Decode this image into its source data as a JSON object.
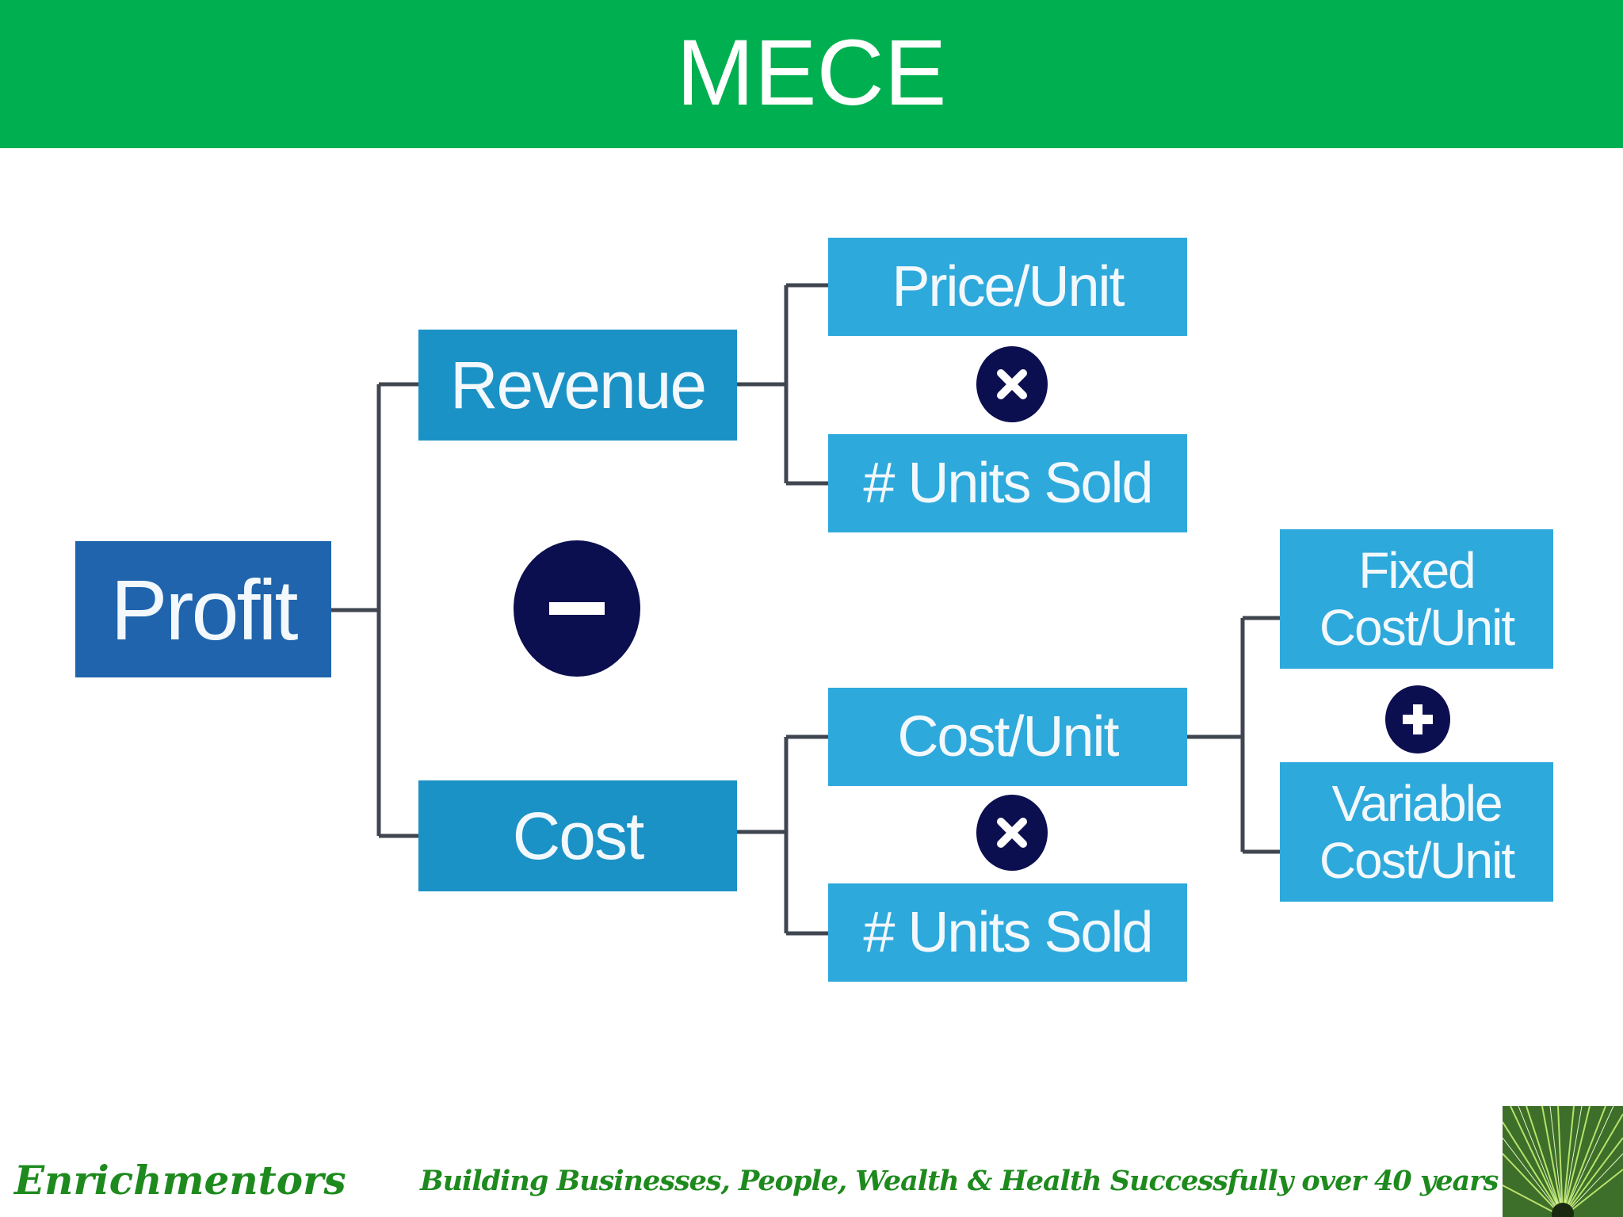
{
  "slide": {
    "title": "MECE"
  },
  "diagram": {
    "profit": "Profit",
    "revenue": "Revenue",
    "cost": "Cost",
    "price_per_unit": "Price/Unit",
    "units_sold_revenue": "# Units Sold",
    "cost_per_unit": "Cost/Unit",
    "units_sold_cost": "# Units Sold",
    "fixed_cost_per_unit": "Fixed Cost/Unit",
    "variable_cost_per_unit": "Variable Cost/Unit",
    "operators": {
      "minus": "minus-icon",
      "multiply_revenue": "multiply-icon",
      "multiply_cost": "multiply-icon",
      "plus": "plus-icon"
    }
  },
  "footer": {
    "brand": "Enrichmentors",
    "tagline": "Building Businesses, People, Wealth & Health Successfully over 40 years",
    "image_icon": "pine-needles-image"
  },
  "colors": {
    "header_green": "#00b050",
    "profit_box": "#1f64ad",
    "level1_box": "#1b92c6",
    "level2_box": "#2ea9dc",
    "operator_circle": "#0c0f4f",
    "footer_text": "#1e8a1e"
  }
}
